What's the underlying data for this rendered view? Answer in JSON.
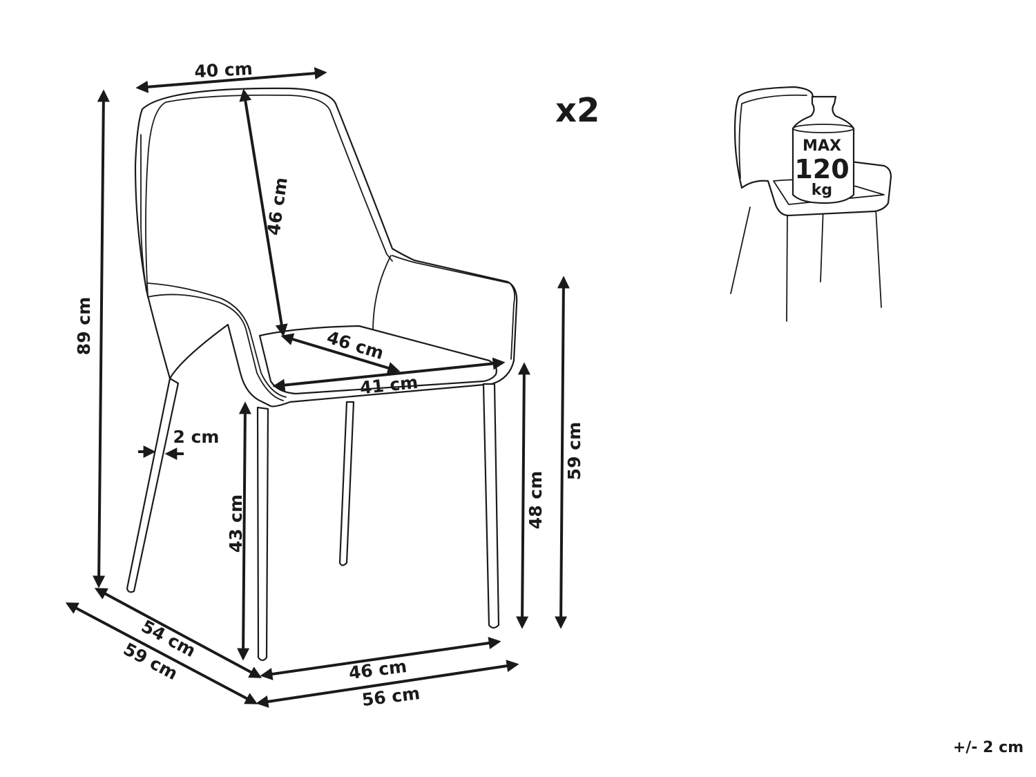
{
  "quantity": "x2",
  "tolerance": "+/- 2 cm",
  "dimensions": {
    "back_width": "40 cm",
    "back_height": "46 cm",
    "total_height": "89 cm",
    "seat_depth": "46 cm",
    "seat_width": "41 cm",
    "leg_thickness": "2 cm",
    "seat_height": "43 cm",
    "armrest_height_inner": "48 cm",
    "armrest_height_outer": "59 cm",
    "inner_depth": "54 cm",
    "outer_depth": "59 cm",
    "inner_width": "46 cm",
    "outer_width": "56 cm"
  },
  "load_badge": {
    "line1": "MAX",
    "line2": "120",
    "line3": "kg"
  }
}
